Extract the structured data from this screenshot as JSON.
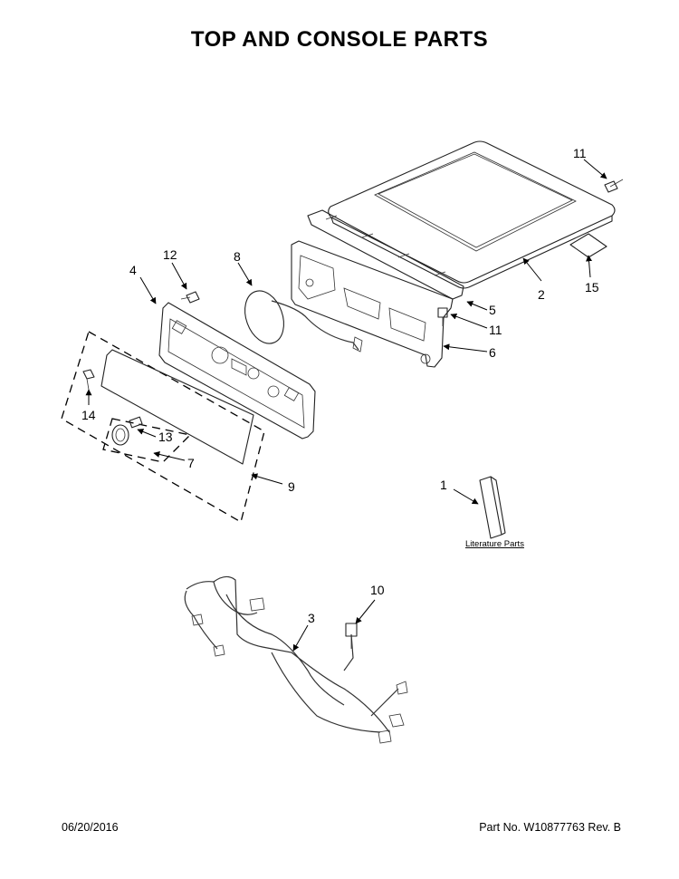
{
  "title": "TOP AND CONSOLE PARTS",
  "footer": {
    "date": "06/20/2016",
    "part_no": "Part No.  W10877763  Rev.  B"
  },
  "literature_label": "Literature Parts",
  "callouts": {
    "c1": "1",
    "c2": "2",
    "c3": "3",
    "c4": "4",
    "c5": "5",
    "c6": "6",
    "c7": "7",
    "c8": "8",
    "c9": "9",
    "c10": "10",
    "c11a": "11",
    "c11b": "11",
    "c12": "12",
    "c13": "13",
    "c14": "14",
    "c15": "15"
  }
}
